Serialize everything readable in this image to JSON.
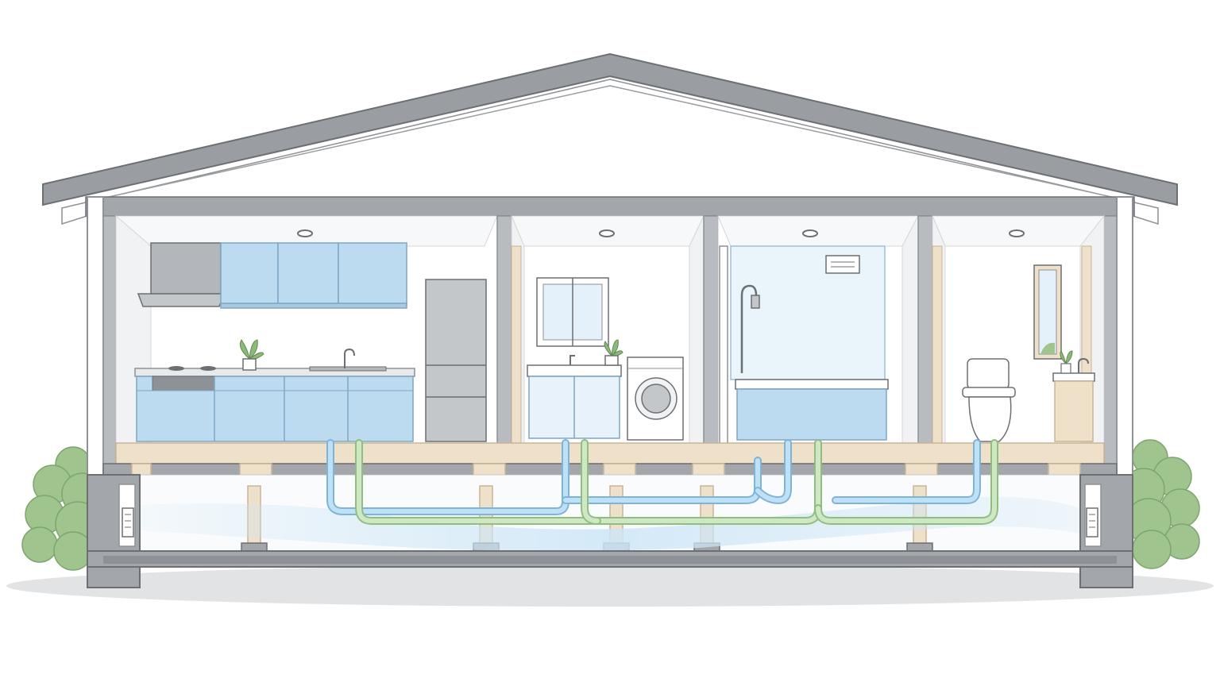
{
  "colors": {
    "roof": "#9a9da1",
    "roof_edge": "#6c6f73",
    "structure": "#b8bbbf",
    "structure_dark": "#8e9195",
    "wall": "#ffffff",
    "wood": "#efe0c9",
    "wood_edge": "#c9b597",
    "cabinet_blue": "#bcdaf0",
    "cabinet_edge": "#7fa6c4",
    "appliance_grey": "#c4c7ca",
    "water_supply": "#a9d3ef",
    "drain": "#bcdcb0",
    "airflow": "#cde6f6",
    "shrub": "#9fc48e",
    "ground": "#e2e3e5"
  },
  "rooms": [
    "kitchen",
    "washroom",
    "bathroom",
    "toilet"
  ],
  "icons": {
    "range_hood": "range-hood-icon",
    "refrigerator": "refrigerator-icon",
    "washing_machine": "washing-machine-icon",
    "shower": "shower-icon",
    "bathtub": "bathtub-icon",
    "toilet": "toilet-icon",
    "plant": "potted-plant-icon",
    "faucet": "faucet-icon",
    "ventilation_fan": "ventilation-fan-icon",
    "foundation_vent": "foundation-vent-icon",
    "downlight": "ceiling-light-icon"
  }
}
